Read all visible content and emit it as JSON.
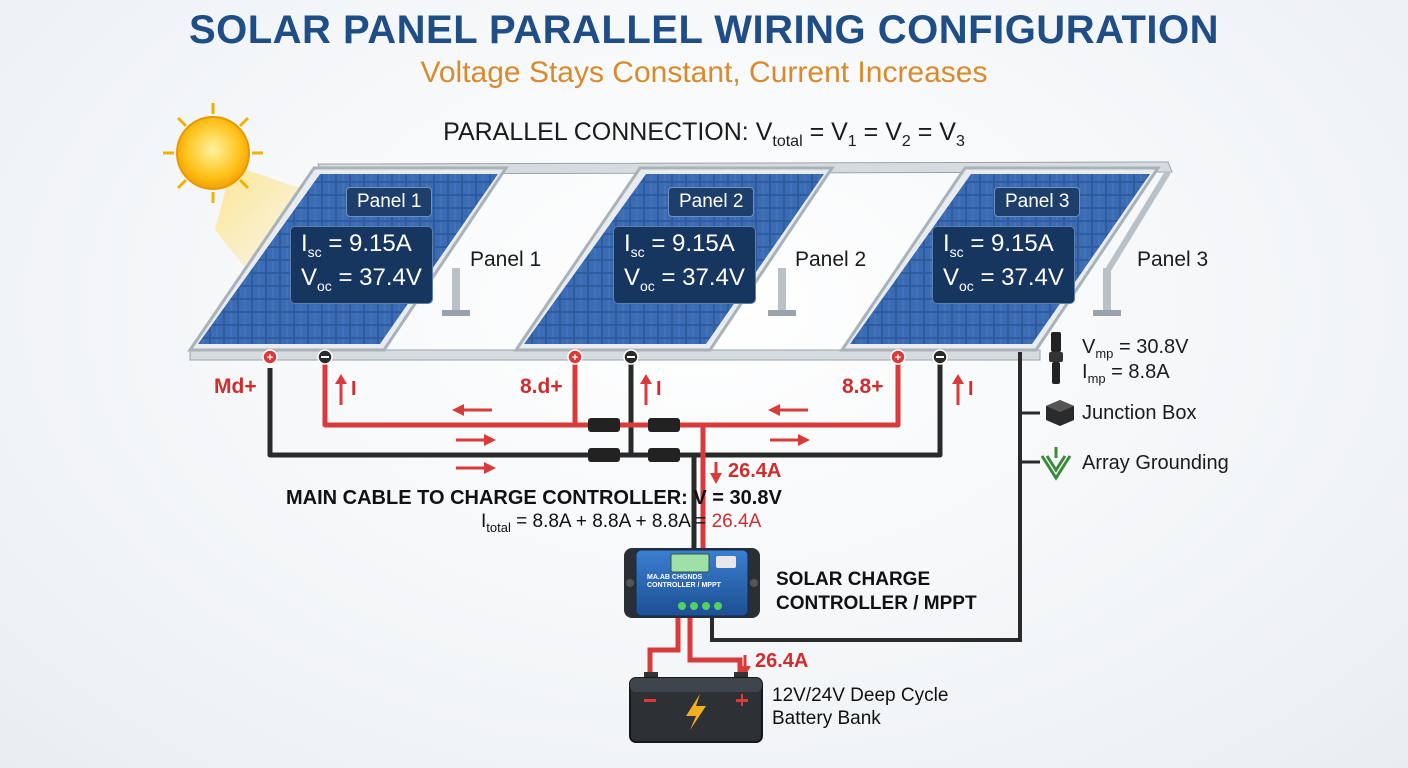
{
  "title": "SOLAR PANEL PARALLEL WIRING CONFIGURATION",
  "subtitle": "Voltage Stays Constant, Current Increases",
  "formula": {
    "prefix": "PARALLEL CONNECTION: V",
    "sub_total": "total",
    "mid1": " = V",
    "sub1": "1",
    "mid2": " = V",
    "sub2": "2",
    "mid3": " = V",
    "sub3": "3"
  },
  "panels": [
    {
      "badge": "Panel 1",
      "isc_sym": "I",
      "isc_sub": "sc",
      "isc_val": " = 9.15A",
      "voc_sym": "V",
      "voc_sub": "oc",
      "voc_val": " = 37.4V",
      "side_label": "Panel 1",
      "plus_label": "Md+",
      "current_label": "I"
    },
    {
      "badge": "Panel 2",
      "isc_sym": "I",
      "isc_sub": "sc",
      "isc_val": " = 9.15A",
      "voc_sym": "V",
      "voc_sub": "oc",
      "voc_val": " = 37.4V",
      "side_label": "Panel 2",
      "plus_label": "8.d+",
      "current_label": "I"
    },
    {
      "badge": "Panel 3",
      "isc_sym": "I",
      "isc_sub": "sc",
      "isc_val": " = 9.15A",
      "voc_sym": "V",
      "voc_sub": "oc",
      "voc_val": " = 37.4V",
      "side_label": "Panel 3",
      "plus_label": "8.8+",
      "current_label": "I"
    }
  ],
  "legend": {
    "vmp_sym": "V",
    "vmp_sub": "mp",
    "vmp_val": " = 30.8V",
    "imp_sym": "I",
    "imp_sub": "mp",
    "imp_val": " =  8.8A",
    "junction_box": "Junction Box",
    "grounding": "Array Grounding"
  },
  "main_current": "26.4A",
  "main_cable": "MAIN CABLE TO CHARGE CONTROLLER: V  = 30.8V",
  "itotal": {
    "sym": "I",
    "sub": "total",
    "expr": " = 8.8A + 8.8A + 8.8A = ",
    "result": "26.4A"
  },
  "controller": {
    "label_line1": "SOLAR CHARGE",
    "label_line2": "CONTROLLER / MPPT",
    "screen_text_line1": "MA.AB CHGNDS",
    "screen_text_line2": "CONTROLLER / MPPT"
  },
  "battery": {
    "current": "26.4A",
    "label_line1": "12V/24V Deep Cycle",
    "label_line2": "Battery Bank"
  },
  "colors": {
    "title": "#1f4e86",
    "subtitle": "#d98a2b",
    "positive_wire": "#d93a3a",
    "negative_wire": "#2a2a2a",
    "panel": "#2c5597",
    "ground": "#3c8a3c"
  },
  "icons": [
    "sun-icon",
    "mc4-connector-icon",
    "junction-box-icon",
    "ground-icon",
    "lightning-icon"
  ]
}
